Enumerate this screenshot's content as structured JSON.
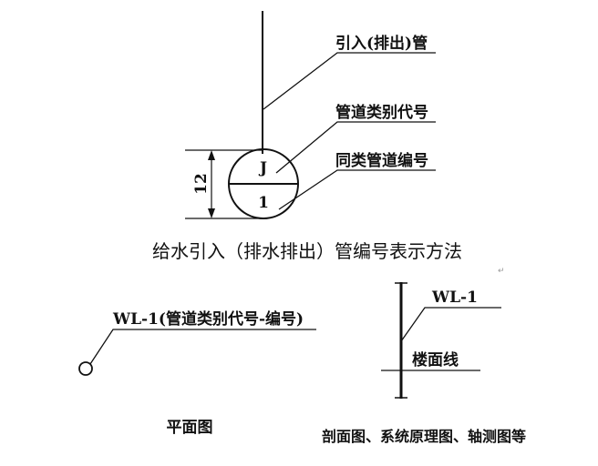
{
  "top_diagram": {
    "labels": {
      "pipe_entry": "引入(排出)管",
      "category_code": "管道类别代号",
      "serial_number": "同类管道编号"
    },
    "circle_top_letter": "J",
    "circle_bottom_number": "1",
    "dimension": "12",
    "caption": "给水引入（排水排出）管编号表示方法"
  },
  "plan_view": {
    "label": "WL-1(管道类别代号-编号)",
    "caption": "平面图"
  },
  "section_view": {
    "pipe_label": "WL-1",
    "floor_label": "楼面线",
    "caption": "剖面图、系统原理图、轴测图等"
  }
}
